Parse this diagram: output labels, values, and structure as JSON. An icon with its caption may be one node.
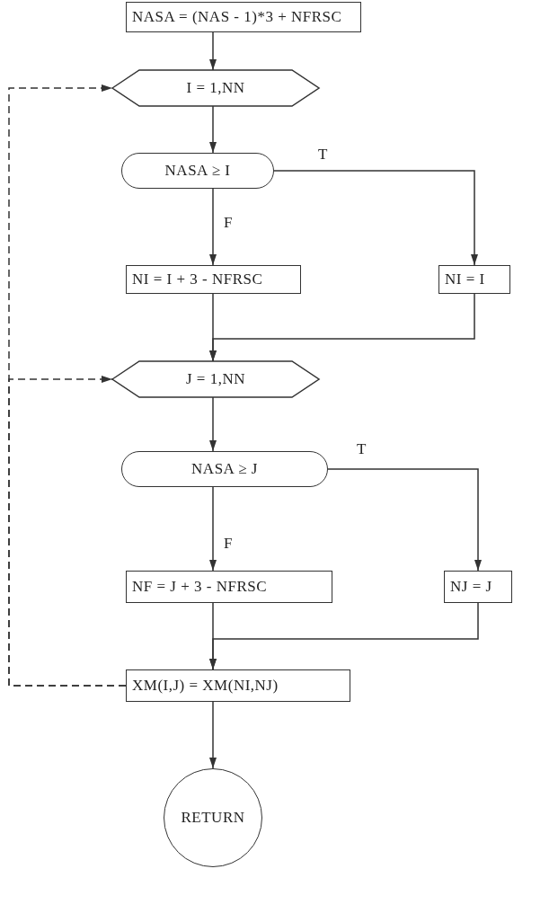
{
  "diagram": {
    "nodes": [
      {
        "text": [
          "NASA = (NAS - 1)*3 + NFRSC"
        ]
      },
      {
        "text": [
          "I = 1,NN"
        ]
      },
      {
        "text": [
          "NASA ≥ I"
        ]
      },
      {
        "text": [
          "NI = I + 3 - NFRSC"
        ]
      },
      {
        "text": [
          "NI = I"
        ]
      },
      {
        "text": [
          "J = 1,NN"
        ]
      },
      {
        "text": [
          "NASA ≥ J"
        ]
      },
      {
        "text": [
          "NF = J + 3 - NFRSC"
        ]
      },
      {
        "text": [
          "NJ = J"
        ]
      },
      {
        "text": [
          "XM(I,J) = XM(NI,NJ)"
        ]
      },
      {
        "text": [
          "RETURN"
        ]
      }
    ],
    "edges": [
      {
        "from": 0,
        "to": 1,
        "arrow": "to"
      },
      {
        "from": 1,
        "to": 2,
        "arrow": "to"
      },
      {
        "from": 2,
        "to": 3,
        "arrow": "to",
        "label": "F"
      },
      {
        "from": 2,
        "to": 4,
        "arrow": "to",
        "label": "T"
      },
      {
        "from": 3,
        "to": 5,
        "arrow": "to"
      },
      {
        "from": 4,
        "to": 5,
        "arrow": "to"
      },
      {
        "from": 5,
        "to": 6,
        "arrow": "to"
      },
      {
        "from": 6,
        "to": 7,
        "arrow": "to",
        "label": "F"
      },
      {
        "from": 6,
        "to": 8,
        "arrow": "to",
        "label": "T"
      },
      {
        "from": 7,
        "to": 9,
        "arrow": "to"
      },
      {
        "from": 8,
        "to": 9,
        "arrow": "to"
      },
      {
        "from": 9,
        "to": 10,
        "arrow": "to"
      },
      {
        "from": 9,
        "to": 5,
        "arrow": "to",
        "style": "dashed"
      },
      {
        "from": 9,
        "to": 1,
        "arrow": "to",
        "style": "dashed"
      }
    ]
  }
}
